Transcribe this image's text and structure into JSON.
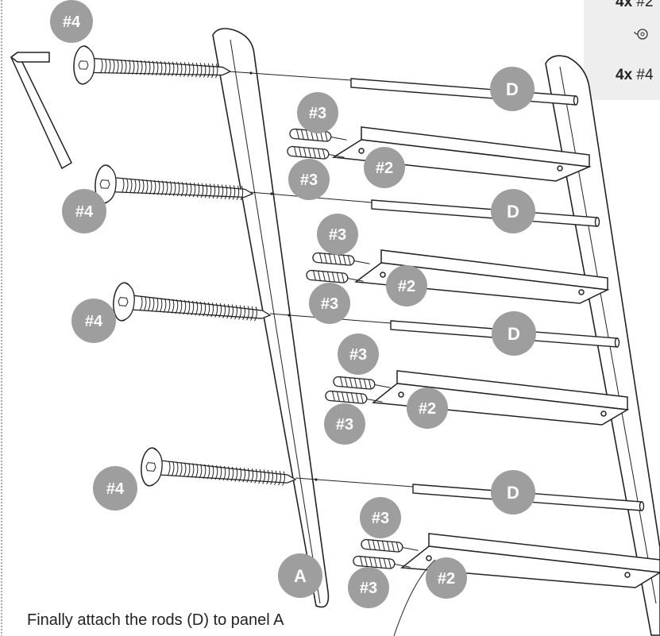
{
  "caption": "Finally attach the rods (D) to panel A",
  "parts_list": [
    {
      "qty": "4x",
      "code": "#2"
    },
    {
      "qty": "4x",
      "code": "#4"
    }
  ],
  "labels": {
    "screw": "#4",
    "dowel": "#3",
    "cam": "#2",
    "rod": "D",
    "panel": "A"
  },
  "colors": {
    "badge": "#9e9e9e",
    "line": "#222222",
    "parts_bg": "#eeeeee"
  }
}
